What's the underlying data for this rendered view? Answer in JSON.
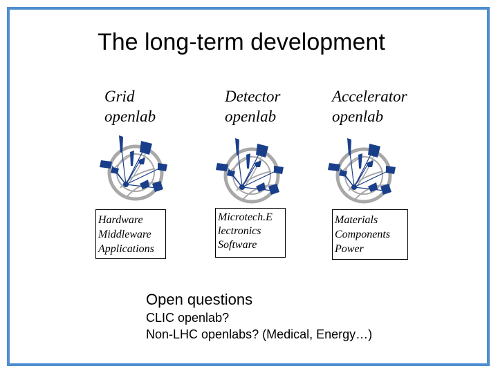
{
  "slide": {
    "title": "The long-term development",
    "columns": [
      {
        "head_line1": "Grid",
        "head_line2": "openlab",
        "items": [
          "Hardware",
          "Middleware",
          "Applications"
        ],
        "icon": "openlab-logo-icon"
      },
      {
        "head_line1": "Detector",
        "head_line2": "openlab",
        "items": [
          "Microtech.E",
          "lectronics",
          "Software"
        ],
        "icon": "openlab-logo-icon"
      },
      {
        "head_line1": "Accelerator",
        "head_line2": "openlab",
        "items": [
          "Materials",
          "Components",
          "Power"
        ],
        "icon": "openlab-logo-icon"
      }
    ],
    "open_questions": {
      "title": "Open questions",
      "lines": [
        "CLIC openlab?",
        "Non-LHC openlabs? (Medical, Energy…)"
      ]
    }
  },
  "colors": {
    "frame": "#4f8fd0",
    "logo_blue": "#1a3f8a",
    "logo_gray": "#a8a8a8"
  }
}
